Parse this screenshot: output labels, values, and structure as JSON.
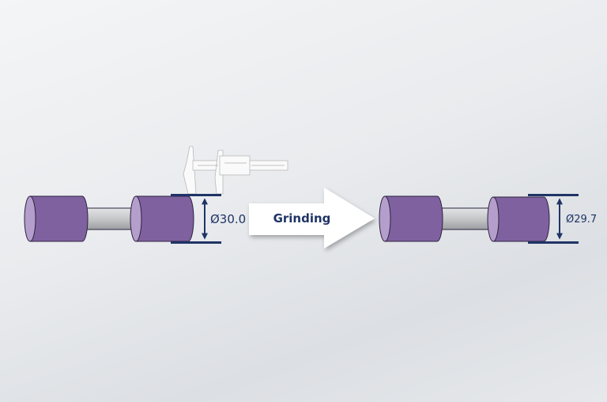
{
  "process_label": "Grinding",
  "before": {
    "diameter_label": "Ø30.0"
  },
  "after": {
    "diameter_label": "Ø29.7"
  },
  "colors": {
    "cylinder": "#7f61a0",
    "cylinder_face": "#b49ecb",
    "dimension": "#1f3466",
    "shaft": "#c9cacc"
  }
}
